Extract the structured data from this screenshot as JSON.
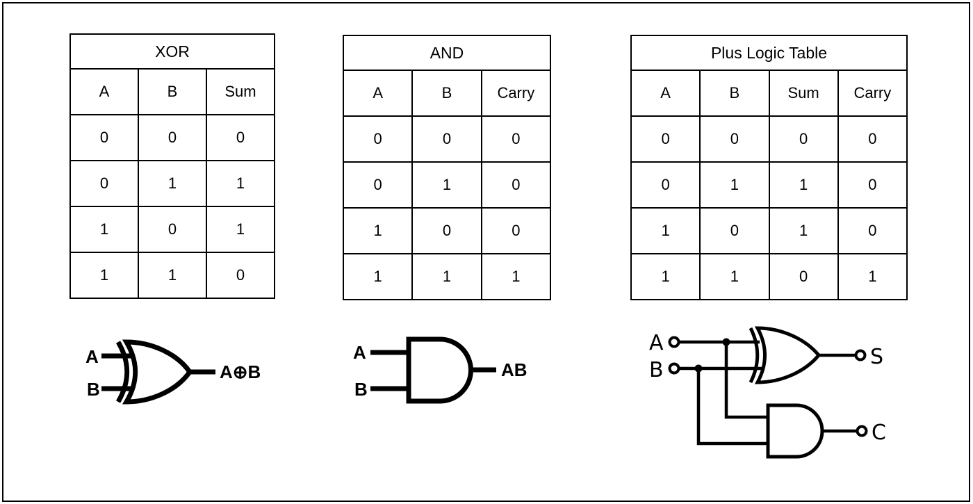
{
  "tables": [
    {
      "id": "tbl-xor",
      "title": "XOR",
      "columns": [
        "A",
        "B",
        "Sum"
      ],
      "rows": [
        [
          "0",
          "0",
          "0"
        ],
        [
          "0",
          "1",
          "1"
        ],
        [
          "1",
          "0",
          "1"
        ],
        [
          "1",
          "1",
          "0"
        ]
      ]
    },
    {
      "id": "tbl-and",
      "title": "AND",
      "columns": [
        "A",
        "B",
        "Carry"
      ],
      "rows": [
        [
          "0",
          "0",
          "0"
        ],
        [
          "0",
          "1",
          "0"
        ],
        [
          "1",
          "0",
          "0"
        ],
        [
          "1",
          "1",
          "1"
        ]
      ]
    },
    {
      "id": "tbl-plus",
      "title": "Plus Logic Table",
      "columns": [
        "A",
        "B",
        "Sum",
        "Carry"
      ],
      "rows": [
        [
          "0",
          "0",
          "0",
          "0"
        ],
        [
          "0",
          "1",
          "1",
          "0"
        ],
        [
          "1",
          "0",
          "1",
          "0"
        ],
        [
          "1",
          "1",
          "0",
          "1"
        ]
      ]
    }
  ],
  "diagrams": {
    "xor_gate": {
      "input_a": "A",
      "input_b": "B",
      "output": "A⊕B"
    },
    "and_gate": {
      "input_a": "A",
      "input_b": "B",
      "output": "AB"
    },
    "half_adder": {
      "input_a": "A",
      "input_b": "B",
      "output_sum": "S",
      "output_carry": "C"
    }
  },
  "colors": {
    "line": "#000000",
    "background": "#ffffff"
  }
}
